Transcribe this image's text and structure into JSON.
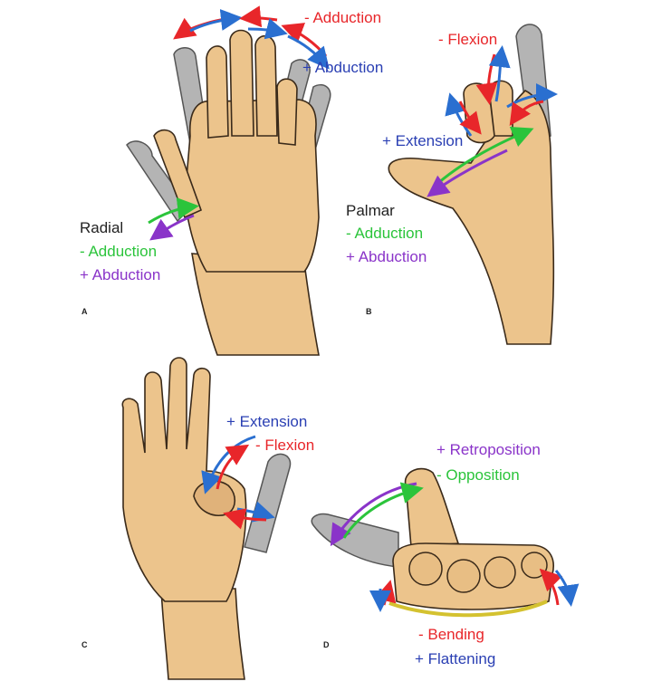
{
  "colors": {
    "red": "#e8262a",
    "blue": "#2a3fb3",
    "green": "#2bc43b",
    "purple": "#8a34c9",
    "black": "#222222",
    "skin": "#ecc48c",
    "skin_shadow": "#c9965a",
    "grey_hand": "#b4b4b4",
    "outline": "#3a2a1a"
  },
  "panels": {
    "a": {
      "letter": "A",
      "minus_adduction": "- Adduction",
      "plus_abduction": "+ Abduction",
      "radial": "Radial",
      "radial_minus_adduction": "- Adduction",
      "radial_plus_abduction": "+ Abduction"
    },
    "b": {
      "letter": "B",
      "minus_flexion": "- Flexion",
      "plus_extension": "+ Extension",
      "palmar": "Palmar",
      "palmar_minus_adduction": "- Adduction",
      "palmar_plus_abduction": "+ Abduction"
    },
    "c": {
      "letter": "C",
      "plus_extension": "+ Extension",
      "minus_flexion": "- Flexion"
    },
    "d": {
      "letter": "D",
      "plus_retroposition": "+ Retroposition",
      "minus_opposition": "- Opposition",
      "minus_bending": "- Bending",
      "plus_flattening": "+ Flattening"
    }
  }
}
